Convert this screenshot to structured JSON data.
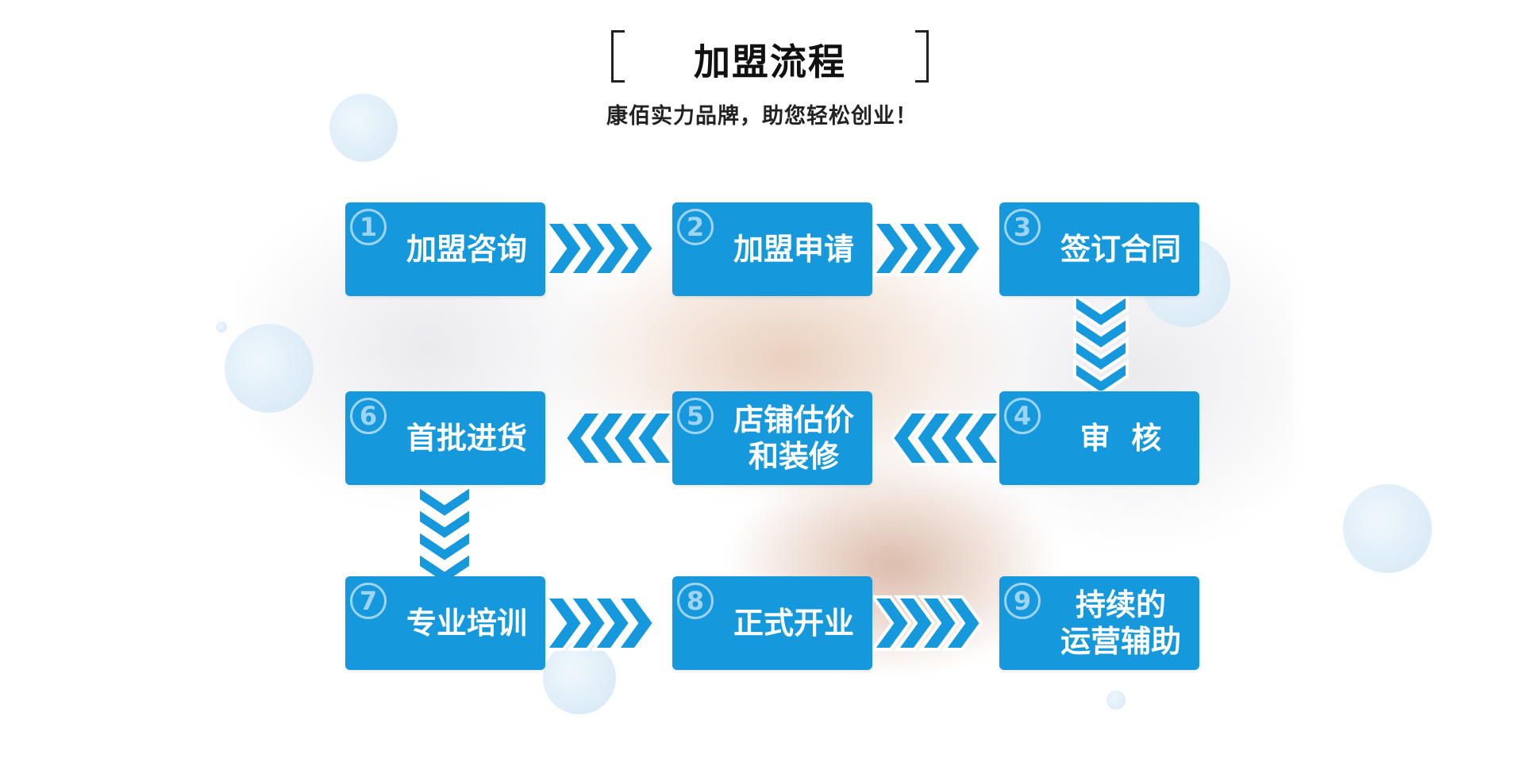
{
  "header": {
    "title": "加盟流程",
    "subtitle": "康佰实力品牌，助您轻松创业！"
  },
  "steps": [
    {
      "num": "1",
      "label": "加盟咨询"
    },
    {
      "num": "2",
      "label": "加盟申请"
    },
    {
      "num": "3",
      "label": "签订合同"
    },
    {
      "num": "4",
      "label": "审  核"
    },
    {
      "num": "5",
      "label": "店铺估价\n和装修"
    },
    {
      "num": "6",
      "label": "首批进货"
    },
    {
      "num": "7",
      "label": "专业培训"
    },
    {
      "num": "8",
      "label": "正式开业"
    },
    {
      "num": "9",
      "label": "持续的\n运营辅助"
    }
  ],
  "colors": {
    "step_bg": "#1598dc",
    "arrow_fill": "#1598dc",
    "arrow_stroke": "#ffffff"
  }
}
